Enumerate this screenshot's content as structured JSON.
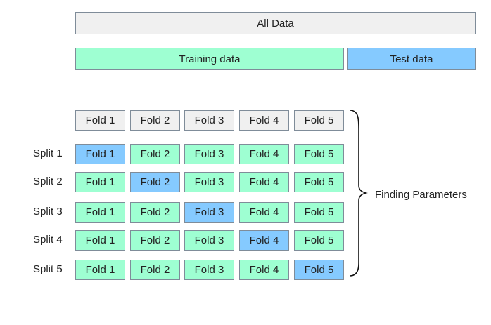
{
  "all_data_label": "All Data",
  "training_label": "Training data",
  "test_label": "Test data",
  "fold_header": [
    "Fold 1",
    "Fold 2",
    "Fold 3",
    "Fold 4",
    "Fold 5"
  ],
  "splits": [
    {
      "label": "Split 1",
      "folds": [
        "Fold 1",
        "Fold 2",
        "Fold 3",
        "Fold 4",
        "Fold 5"
      ],
      "test_index": 0
    },
    {
      "label": "Split 2",
      "folds": [
        "Fold 1",
        "Fold 2",
        "Fold 3",
        "Fold 4",
        "Fold 5"
      ],
      "test_index": 1
    },
    {
      "label": "Split 3",
      "folds": [
        "Fold 1",
        "Fold 2",
        "Fold 3",
        "Fold 4",
        "Fold 5"
      ],
      "test_index": 2
    },
    {
      "label": "Split 4",
      "folds": [
        "Fold 1",
        "Fold 2",
        "Fold 3",
        "Fold 4",
        "Fold 5"
      ],
      "test_index": 3
    },
    {
      "label": "Split 5",
      "folds": [
        "Fold 1",
        "Fold 2",
        "Fold 3",
        "Fold 4",
        "Fold 5"
      ],
      "test_index": 4
    }
  ],
  "brace_label": "Finding Parameters",
  "colors": {
    "neutral": "#f0f0f0",
    "train": "#9effd2",
    "test": "#85caff"
  }
}
